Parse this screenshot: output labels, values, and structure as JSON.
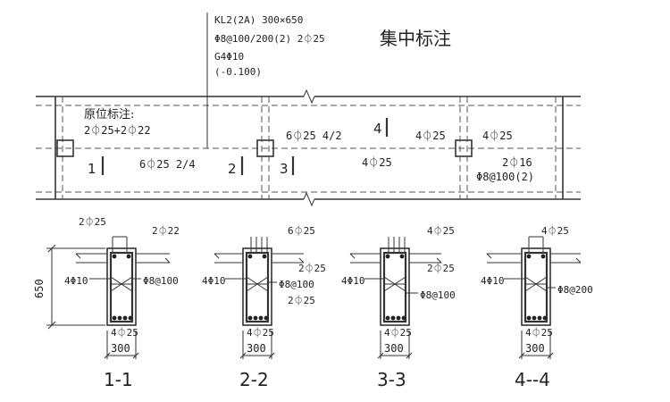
{
  "central_note": {
    "title": "集中标注",
    "line1": "KL2(2A)  300×650",
    "line2": "Φ8@100/200(2)  2⏀25",
    "line3": "G4Φ10",
    "line4": "(-0.100)"
  },
  "in_situ": {
    "heading": "原位标注:",
    "left_support_top": "2⏀25+2⏀22",
    "span1_bottom": "6⏀25  2/4",
    "mid_support_top": "6⏀25  4/2",
    "span2_top": "4⏀25",
    "span2_bottom": "4⏀25",
    "right_support_top": "4⏀25",
    "cantilever_bottom": "2⏀16",
    "cantilever_stirrup": "Φ8@100(2)"
  },
  "section_marks": {
    "m1": "1",
    "m2": "2",
    "m3": "3",
    "m4": "4"
  },
  "sections": [
    {
      "title": "1-1",
      "top_left": "2⏀25",
      "top_right": "2⏀22",
      "side": "4Φ10",
      "stirrup": "Φ8@100",
      "bottom": "4⏀25",
      "width": "300",
      "height": "650"
    },
    {
      "title": "2-2",
      "top_right": "6⏀25",
      "top_right_2": "2⏀25",
      "side": "4Φ10",
      "stirrup": "Φ8@100",
      "mid_right": "2⏀25",
      "bottom": "4⏀25",
      "width": "300"
    },
    {
      "title": "3-3",
      "top_right": "4⏀25",
      "top_right_2": "2⏀25",
      "side": "4Φ10",
      "stirrup": "Φ8@100",
      "bottom": "4⏀25",
      "width": "300"
    },
    {
      "title": "4--4",
      "top_right": "4⏀25",
      "side": "4Φ10",
      "stirrup": "Φ8@200",
      "bottom": "4⏀25",
      "width": "300"
    }
  ]
}
